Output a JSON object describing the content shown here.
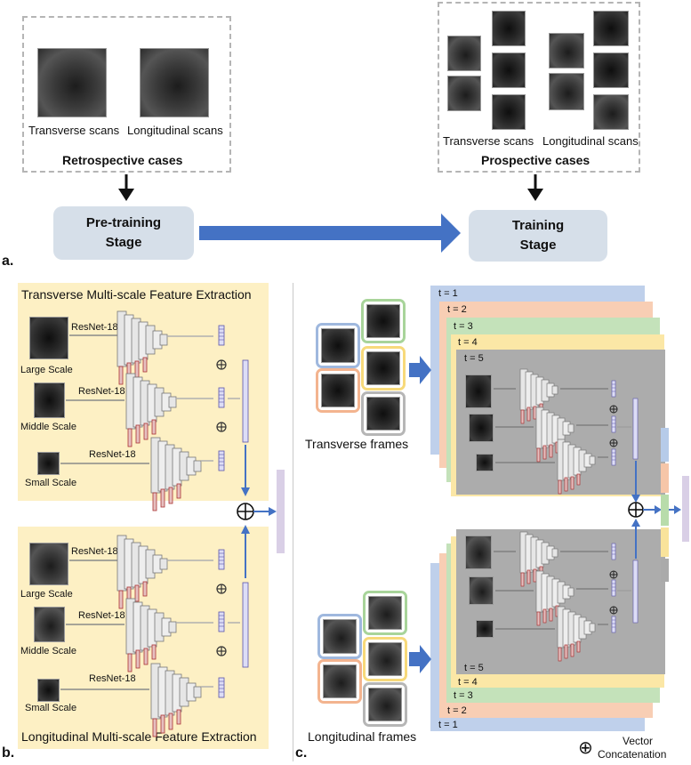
{
  "panel_a": {
    "label": "a.",
    "retrospective": {
      "transverse_label": "Transverse scans",
      "longitudinal_label": "Longitudinal scans",
      "title": "Retrospective cases"
    },
    "prospective": {
      "transverse_label": "Transverse  scans",
      "longitudinal_label": "Longitudinal  scans",
      "title": "Prospective cases"
    },
    "pretraining": {
      "line1": "Pre-training",
      "line2": "Stage"
    },
    "training": {
      "line1": "Training",
      "line2": "Stage"
    }
  },
  "panel_b": {
    "label": "b.",
    "top_title": "Transverse Multi-scale Feature Extraction",
    "bottom_title": "Longitudinal Multi-scale Feature Extraction",
    "network": "ResNet-18",
    "scales": [
      "Large Scale",
      "Middle Scale",
      "Small Scale"
    ]
  },
  "panel_c": {
    "label": "c.",
    "top_caption": "Transverse frames",
    "bottom_caption": "Longitudinal frames",
    "top_times": [
      "t = 1",
      "t = 2",
      "t = 3",
      "t = 4",
      "t = 5"
    ],
    "bottom_times": [
      "t = 5",
      "t = 4",
      "t = 3",
      "t = 2",
      "t = 1"
    ],
    "frame_colors": [
      "#9fb8de",
      "#f3b48f",
      "#a8d49a",
      "#f7d97a",
      "#b6b6b6"
    ],
    "output_colors": [
      "#b6cbe9",
      "#f6c6a8",
      "#b8dcab",
      "#f9e39b",
      "#aaaaaa"
    ],
    "legend_symbol": "⊕",
    "legend_line1": "Vector",
    "legend_line2": "Concatenation"
  },
  "symbols": {
    "concat": "⊕"
  },
  "colors": {
    "stage_bg": "#d6dfe9",
    "arrow_blue": "#4472c4",
    "panel_bg": "#fdf0c4",
    "fuse_bar": "#d9cfe6"
  }
}
